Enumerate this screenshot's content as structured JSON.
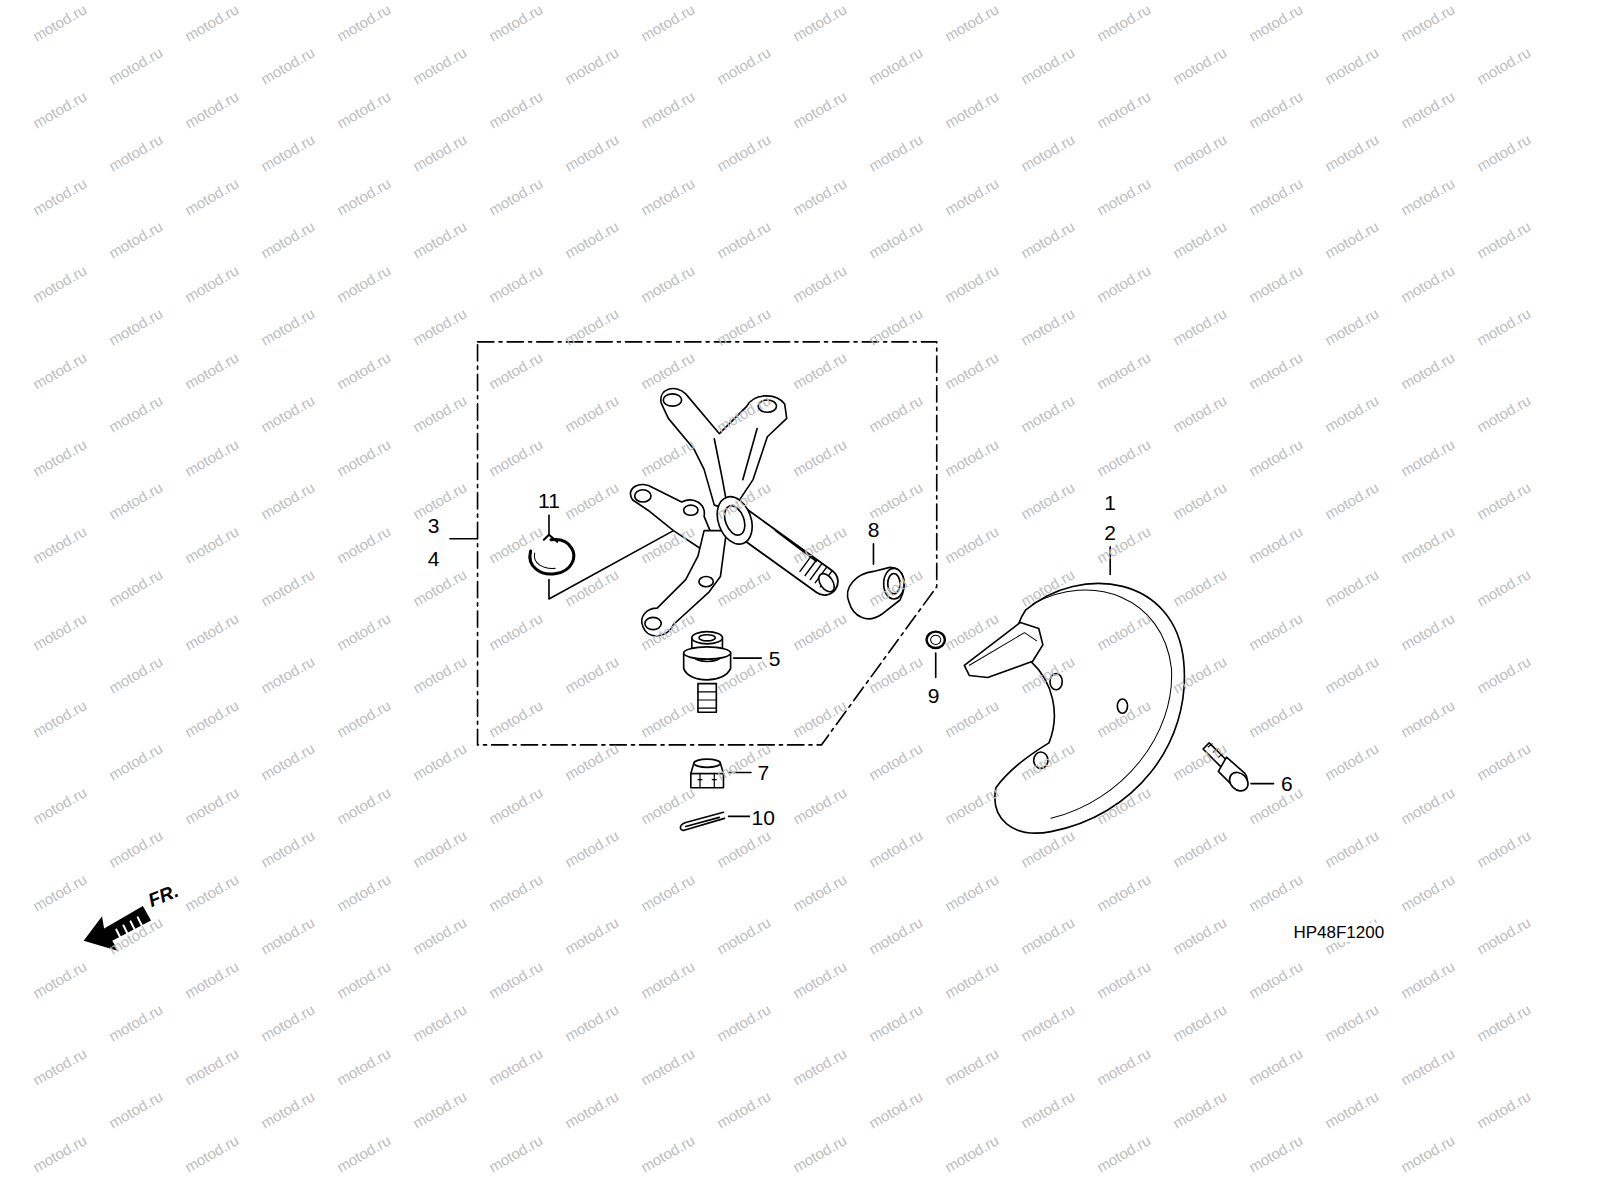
{
  "diagram": {
    "labels": [
      "1",
      "2",
      "11",
      "3",
      "4",
      "8",
      "5",
      "9",
      "7",
      "6",
      "10",
      "FR.",
      "HP48F1200",
      "motod.ru",
      "motod.ru",
      "motod.ru",
      "motod.ru",
      "motod.ru",
      "motod.ru",
      "motod.ru",
      "motod.ru",
      "motod.ru",
      "motod.ru",
      "motod.ru",
      "motod.ru",
      "motod.ru",
      "motod.ru",
      "motod.ru",
      "motod.ru",
      "motod.ru",
      "motod.ru",
      "motod.ru",
      "motod.ru",
      "motod.ru",
      "motod.ru",
      "motod.ru",
      "motod.ru",
      "motod.ru",
      "motod.ru",
      "motod.ru",
      "motod.ru",
      "motod.ru",
      "motod.ru",
      "motod.ru",
      "motod.ru",
      "motod.ru",
      "motod.ru",
      "motod.ru",
      "motod.ru",
      "motod.ru",
      "motod.ru",
      "motod.ru",
      "motod.ru",
      "motod.ru",
      "motod.ru",
      "motod.ru",
      "motod.ru",
      "motod.ru",
      "motod.ru",
      "motod.ru",
      "motod.ru",
      "motod.ru",
      "motod.ru",
      "motod.ru",
      "motod.ru",
      "motod.ru",
      "motod.ru",
      "motod.ru",
      "motod.ru",
      "motod.ru",
      "motod.ru",
      "motod.ru",
      "motod.ru",
      "motod.ru",
      "motod.ru",
      "motod.ru",
      "motod.ru",
      "motod.ru",
      "motod.ru",
      "motod.ru",
      "motod.ru",
      "motod.ru",
      "motod.ru",
      "motod.ru",
      "motod.ru",
      "motod.ru",
      "motod.ru",
      "motod.ru",
      "motod.ru",
      "motod.ru",
      "motod.ru",
      "motod.ru",
      "motod.ru",
      "motod.ru",
      "motod.ru",
      "motod.ru",
      "motod.ru",
      "motod.ru",
      "motod.ru",
      "motod.ru",
      "motod.ru",
      "motod.ru",
      "motod.ru",
      "motod.ru",
      "motod.ru",
      "motod.ru",
      "motod.ru",
      "motod.ru",
      "motod.ru",
      "motod.ru",
      "motod.ru",
      "motod.ru",
      "motod.ru",
      "motod.ru",
      "motod.ru",
      "motod.ru",
      "motod.ru",
      "motod.ru",
      "motod.ru",
      "motod.ru",
      "motod.ru",
      "motod.ru",
      "motod.ru",
      "motod.ru",
      "motod.ru",
      "motod.ru",
      "motod.ru",
      "motod.ru",
      "motod.ru",
      "motod.ru",
      "motod.ru",
      "motod.ru",
      "motod.ru",
      "motod.ru",
      "motod.ru",
      "motod.ru",
      "motod.ru",
      "motod.ru",
      "motod.ru",
      "motod.ru",
      "motod.ru",
      "motod.ru",
      "motod.ru",
      "motod.ru",
      "motod.ru",
      "motod.ru",
      "motod.ru",
      "motod.ru",
      "motod.ru",
      "motod.ru",
      "motod.ru",
      "motod.ru",
      "motod.ru",
      "motod.ru",
      "motod.ru",
      "motod.ru",
      "motod.ru",
      "motod.ru",
      "motod.ru",
      "motod.ru",
      "motod.ru",
      "motod.ru",
      "motod.ru",
      "motod.ru",
      "motod.ru",
      "motod.ru",
      "motod.ru",
      "motod.ru",
      "motod.ru",
      "motod.ru",
      "motod.ru",
      "motod.ru",
      "motod.ru",
      "motod.ru",
      "motod.ru",
      "motod.ru",
      "motod.ru",
      "motod.ru",
      "motod.ru",
      "motod.ru",
      "motod.ru",
      "motod.ru",
      "motod.ru",
      "motod.ru",
      "motod.ru",
      "motod.ru",
      "motod.ru",
      "motod.ru",
      "motod.ru",
      "motod.ru",
      "motod.ru",
      "motod.ru",
      "motod.ru",
      "motod.ru",
      "motod.ru",
      "motod.ru",
      "motod.ru",
      "motod.ru",
      "motod.ru",
      "motod.ru",
      "motod.ru",
      "motod.ru",
      "motod.ru",
      "motod.ru",
      "motod.ru",
      "motod.ru",
      "motod.ru",
      "motod.ru",
      "motod.ru",
      "motod.ru",
      "motod.ru",
      "motod.ru",
      "motod.ru",
      "motod.ru",
      "motod.ru",
      "motod.ru",
      "motod.ru",
      "motod.ru",
      "motod.ru",
      "motod.ru",
      "motod.ru",
      "motod.ru",
      "motod.ru",
      "motod.ru",
      "motod.ru",
      "motod.ru",
      "motod.ru",
      "motod.ru",
      "motod.ru",
      "motod.ru",
      "motod.ru",
      "motod.ru",
      "motod.ru",
      "motod.ru",
      "motod.ru",
      "motod.ru",
      "motod.ru",
      "motod.ru",
      "motod.ru",
      "motod.ru",
      "motod.ru",
      "motod.ru",
      "motod.ru",
      "motod.ru",
      "motod.ru",
      "motod.ru",
      "motod.ru",
      "motod.ru",
      "motod.ru",
      "motod.ru",
      "motod.ru",
      "motod.ru",
      "motod.ru",
      "motod.ru",
      "motod.ru",
      "motod.ru",
      "motod.ru",
      "motod.ru",
      "motod.ru",
      "motod.ru",
      "motod.ru",
      "motod.ru",
      "motod.ru",
      "motod.ru",
      "motod.ru",
      "motod.ru",
      "motod.ru",
      "motod.ru",
      "motod.ru",
      "motod.ru",
      "motod.ru",
      "motod.ru",
      "motod.ru",
      "motod.ru",
      "motod.ru",
      "motod.ru",
      "motod.ru",
      "motod.ru",
      "motod.ru",
      "motod.ru",
      "motod.ru",
      "motod.ru",
      "motod.ru"
    ]
  }
}
